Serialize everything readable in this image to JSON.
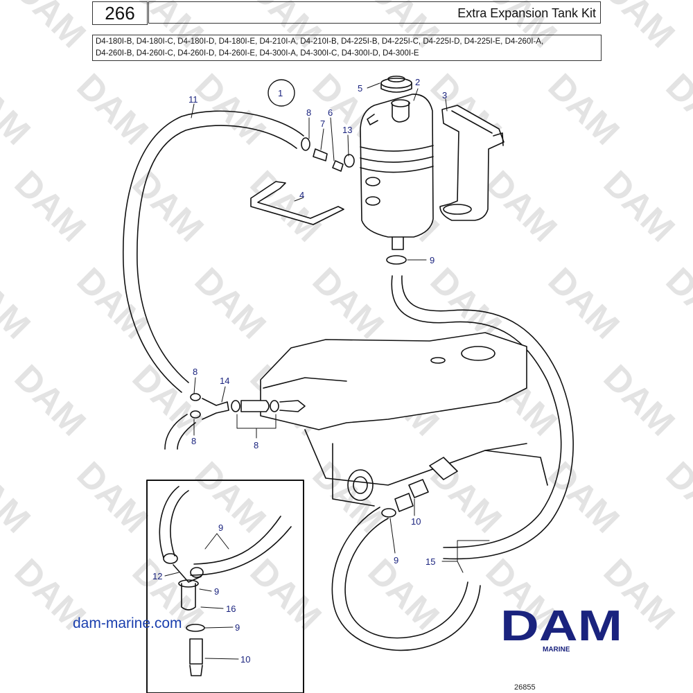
{
  "header": {
    "page_number": "266",
    "title": "Extra Expansion Tank Kit",
    "models_line1": "D4-180I-B, D4-180I-C, D4-180I-D, D4-180I-E, D4-210I-A, D4-210I-B, D4-225I-B, D4-225I-C, D4-225I-D, D4-225I-E, D4-260I-A,",
    "models_line2": "D4-260I-B, D4-260I-C, D4-260I-D, D4-260I-E, D4-300I-A, D4-300I-C, D4-300I-D, D4-300I-E"
  },
  "callouts": {
    "c1": "1",
    "c2": "2",
    "c3": "3",
    "c4": "4",
    "c5": "5",
    "c6": "6",
    "c7": "7",
    "c8a": "8",
    "c8b": "8",
    "c8c": "8",
    "c8d": "8",
    "c9a": "9",
    "c9b": "9",
    "c9c": "9",
    "c9d": "9",
    "c9e": "9",
    "c10a": "10",
    "c10b": "10",
    "c11": "11",
    "c12": "12",
    "c13": "13",
    "c14": "14",
    "c15": "15",
    "c16": "16"
  },
  "watermark": "DAM",
  "footer": {
    "url": "dam-marine.com",
    "logo_text": "DAM",
    "logo_sub": "MARINE",
    "doc_number": "26855"
  },
  "colors": {
    "callout": "#1a237e",
    "logo": "#1a237e",
    "url": "#1a3fae",
    "watermark": "#e3e3e3"
  }
}
